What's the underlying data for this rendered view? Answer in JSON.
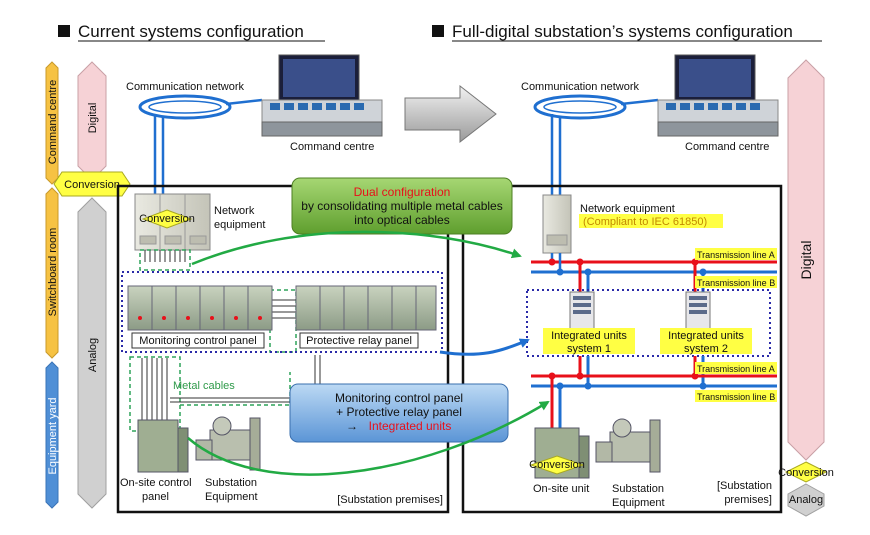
{
  "headings": {
    "current": "Current systems configuration",
    "full_digital": "Full-digital substation’s systems configuration"
  },
  "sidebar_left": {
    "command_centre": "Command centre",
    "switchboard_room": "Switchboard room",
    "equipment_yard": "Equipment yard",
    "digital": "Digital",
    "conversion": "Conversion",
    "analog": "Analog"
  },
  "sidebar_right": {
    "digital": "Digital",
    "conversion": "Conversion",
    "analog": "Analog"
  },
  "left": {
    "communication_network": "Communication network",
    "command_centre": "Command centre",
    "conversion": "Conversion",
    "network_equipment_1": "Network",
    "network_equipment_2": "equipment",
    "monitoring_control_panel": "Monitoring control panel",
    "protective_relay_panel": "Protective relay panel",
    "metal_cables": "Metal cables",
    "on_site_control_panel_1": "On-site control",
    "on_site_control_panel_2": "panel",
    "substation_equipment_1": "Substation",
    "substation_equipment_2": "Equipment",
    "premises": "[Substation premises]"
  },
  "right": {
    "communication_network": "Communication network",
    "command_centre": "Command centre",
    "network_equipment": "Network equipment",
    "iec": "(Compliant to IEC 61850)",
    "transmission_line_a": "Transmission line A",
    "transmission_line_b": "Transmission line B",
    "integrated_units_1_a": "Integrated units",
    "integrated_units_1_b": "system 1",
    "integrated_units_2_a": "Integrated units",
    "integrated_units_2_b": "system 2",
    "conversion": "Conversion",
    "on_site_unit": "On-site unit",
    "substation_equipment_1": "Substation",
    "substation_equipment_2": "Equipment",
    "premises_1": "[Substation",
    "premises_2": "premises]"
  },
  "callouts": {
    "dual_title": "Dual configuration",
    "dual_line1": "by consolidating multiple metal cables",
    "dual_line2": "into optical cables",
    "panel_line1": "Monitoring control panel",
    "panel_line2": "+ Protective relay panel",
    "panel_arrow": "→",
    "panel_line3": "Integrated units"
  },
  "colors": {
    "power_line": "#e8101a",
    "optical": "#1f5fbf",
    "metal_cable": "#2fa35a",
    "highlight": "#ffff44",
    "sidebar_orange": "#f6c243",
    "sidebar_blue": "#4f8fd6",
    "sidebar_pink": "#f6d2d6",
    "sidebar_gray": "#d0d0d0"
  }
}
